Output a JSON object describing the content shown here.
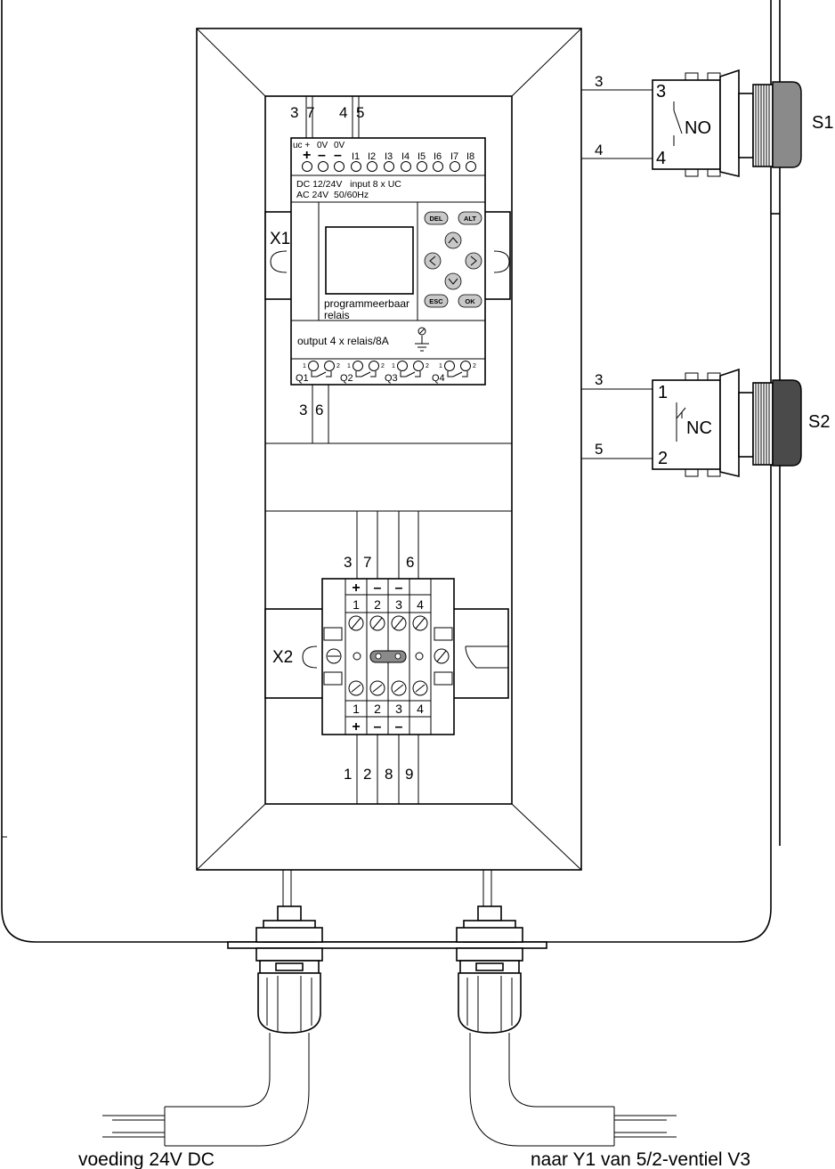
{
  "labels": {
    "x1": "X1",
    "x2": "X2",
    "s1": "S1",
    "s2": "S2",
    "no": "NO",
    "nc": "NC",
    "bottom_left": "voeding 24V DC",
    "bottom_right": "naar Y1 van 5/2-ventiel V3"
  },
  "plc": {
    "top_labels": [
      "uc +",
      "0V",
      "0V"
    ],
    "top_symbols": [
      "+",
      "–",
      "–"
    ],
    "inputs": [
      "I1",
      "I2",
      "I3",
      "I4",
      "I5",
      "I6",
      "I7",
      "I8"
    ],
    "spec_line1": "DC 12/24V   input 8 x UC",
    "spec_line2": "AC 24V  50/60Hz",
    "display_label_1": "programmeerbaar",
    "display_label_2": "relais",
    "buttons": {
      "del": "DEL",
      "alt": "ALT",
      "esc": "ESC",
      "ok": "OK"
    },
    "output_text": "output 4 x relais/8A",
    "outputs": [
      "Q1",
      "Q2",
      "Q3",
      "Q4"
    ],
    "pin1": "1",
    "pin2": "2"
  },
  "wires": {
    "plc_top": [
      "3",
      "7",
      "4",
      "5"
    ],
    "plc_bottom": [
      "3",
      "6"
    ],
    "s1_top": "3",
    "s1_bottom": "4",
    "s2_top": "3",
    "s2_bottom": "5",
    "x2_top_left": [
      "3",
      "7"
    ],
    "x2_top_right": "6",
    "x2_bottom": [
      "1",
      "2",
      "8",
      "9"
    ]
  },
  "switch_s1": {
    "top": "3",
    "bottom": "4"
  },
  "switch_s2": {
    "top": "1",
    "bottom": "2"
  },
  "terminal_x2": {
    "top_signs": [
      "+",
      "–",
      "–"
    ],
    "numbers": [
      "1",
      "2",
      "3",
      "4"
    ],
    "bottom_signs": [
      "+",
      "–",
      "–"
    ]
  }
}
